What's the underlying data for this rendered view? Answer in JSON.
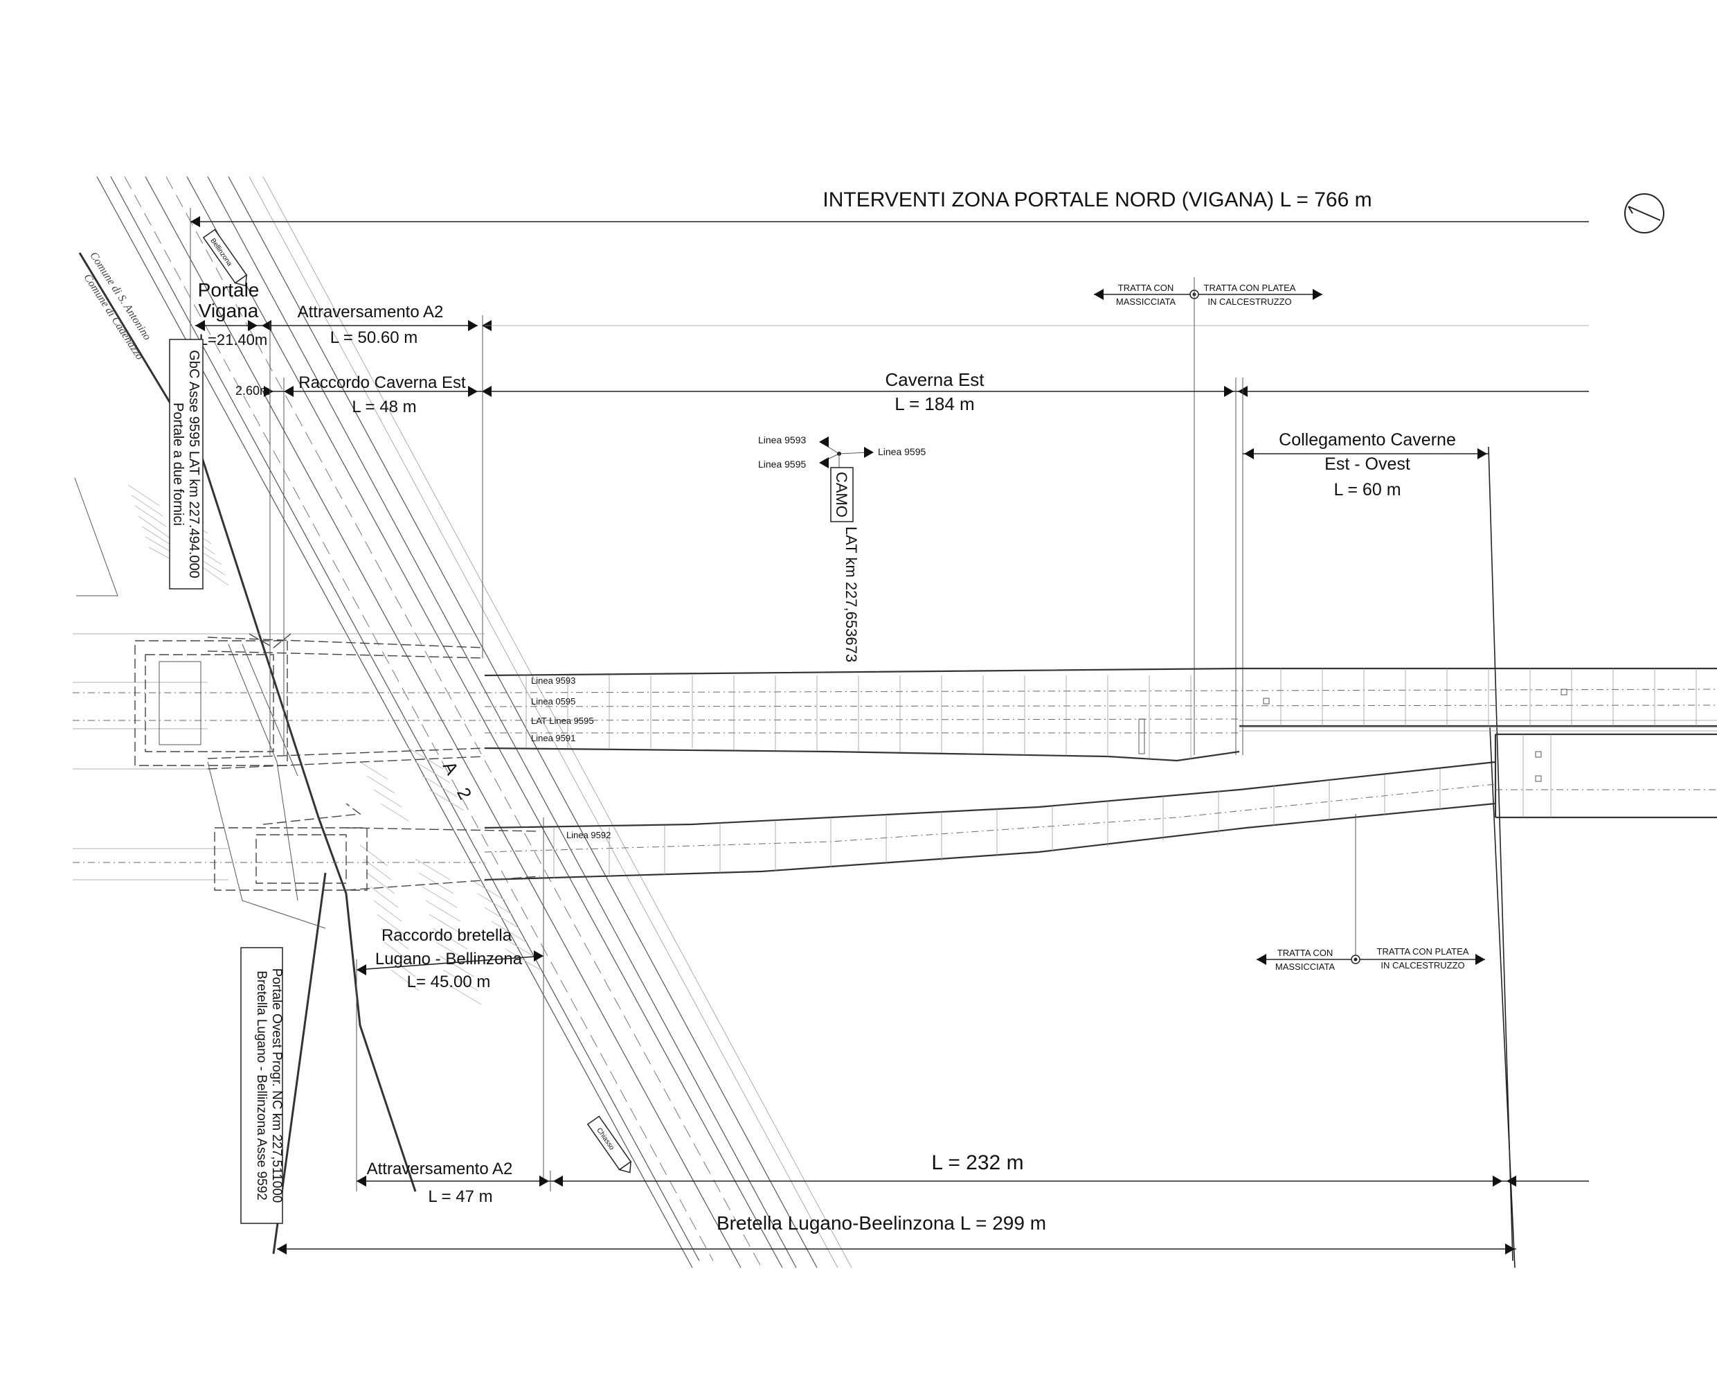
{
  "drawing": {
    "main_title": "INTERVENTI ZONA PORTALE NORD (VIGANA) L = 766 m",
    "portale_vigana": {
      "title_line1": "Portale",
      "title_line2": "Vigana",
      "length": "L=21.40m"
    },
    "attraversamento_a2_top": {
      "title": "Attraversamento A2",
      "length": "L = 50.60 m"
    },
    "dim_260": "2.60m",
    "raccordo_caverna_est": {
      "title": "Raccordo Caverna Est",
      "length": "L = 48 m"
    },
    "caverna_est": {
      "title": "Caverna Est",
      "length": "L = 184 m"
    },
    "collegamento_caverne": {
      "title_line1": "Collegamento Caverne",
      "title_line2": "Est - Ovest",
      "length": "L = 60 m"
    },
    "tratta_top": {
      "left_line1": "TRATTA CON",
      "left_line2": "MASSICCIATA",
      "right_line1": "TRATTA CON PLATEA",
      "right_line2": "IN CALCESTRUZZO"
    },
    "tratta_bottom": {
      "left_line1": "TRATTA CON",
      "left_line2": "MASSICCIATA",
      "right_line1": "TRATTA CON PLATEA",
      "right_line2": "IN CALCESTRUZZO"
    },
    "camo": {
      "label": "CAMO",
      "chainage": "LAT km 227,653673",
      "linea_9593": "Linea 9593",
      "linea_9595_left": "Linea 9595",
      "linea_9595_right": "Linea 9595"
    },
    "portal_box": {
      "line1": "GbC Asse 9595 LAT km 227.494.000",
      "line2": "Portale a due fornici"
    },
    "commune_1": "Comune di S. Antonino",
    "commune_2": "Comune di Cadenazzo",
    "track_labels": {
      "linea_9593": "Linea 9593",
      "linea_0595": "Linea 0595",
      "lat_linea_9595": "LAT Linea  9595",
      "linea_9591": "Linea 9591",
      "linea_9592": "Linea 9592"
    },
    "a2_label": "A 2",
    "raccordo_bretella": {
      "title_line1": "Raccordo bretella",
      "title_line2": "Lugano - Bellinzona",
      "length": "L= 45.00 m"
    },
    "bretella_box": {
      "line1": "Bretella Lugano - Bellinzona Asse 9592",
      "line2": "Portale Ovest Progr. NC km 227,511000"
    },
    "attraversamento_a2_bottom": {
      "title": "Attraversamento A2",
      "length": "L = 47 m"
    },
    "l_232": "L = 232 m",
    "bretella_total": "Bretella Lugano-Beelinzona L = 299 m",
    "road_sign_top": "Bellinzona",
    "road_sign_bottom": "Chiasso"
  }
}
